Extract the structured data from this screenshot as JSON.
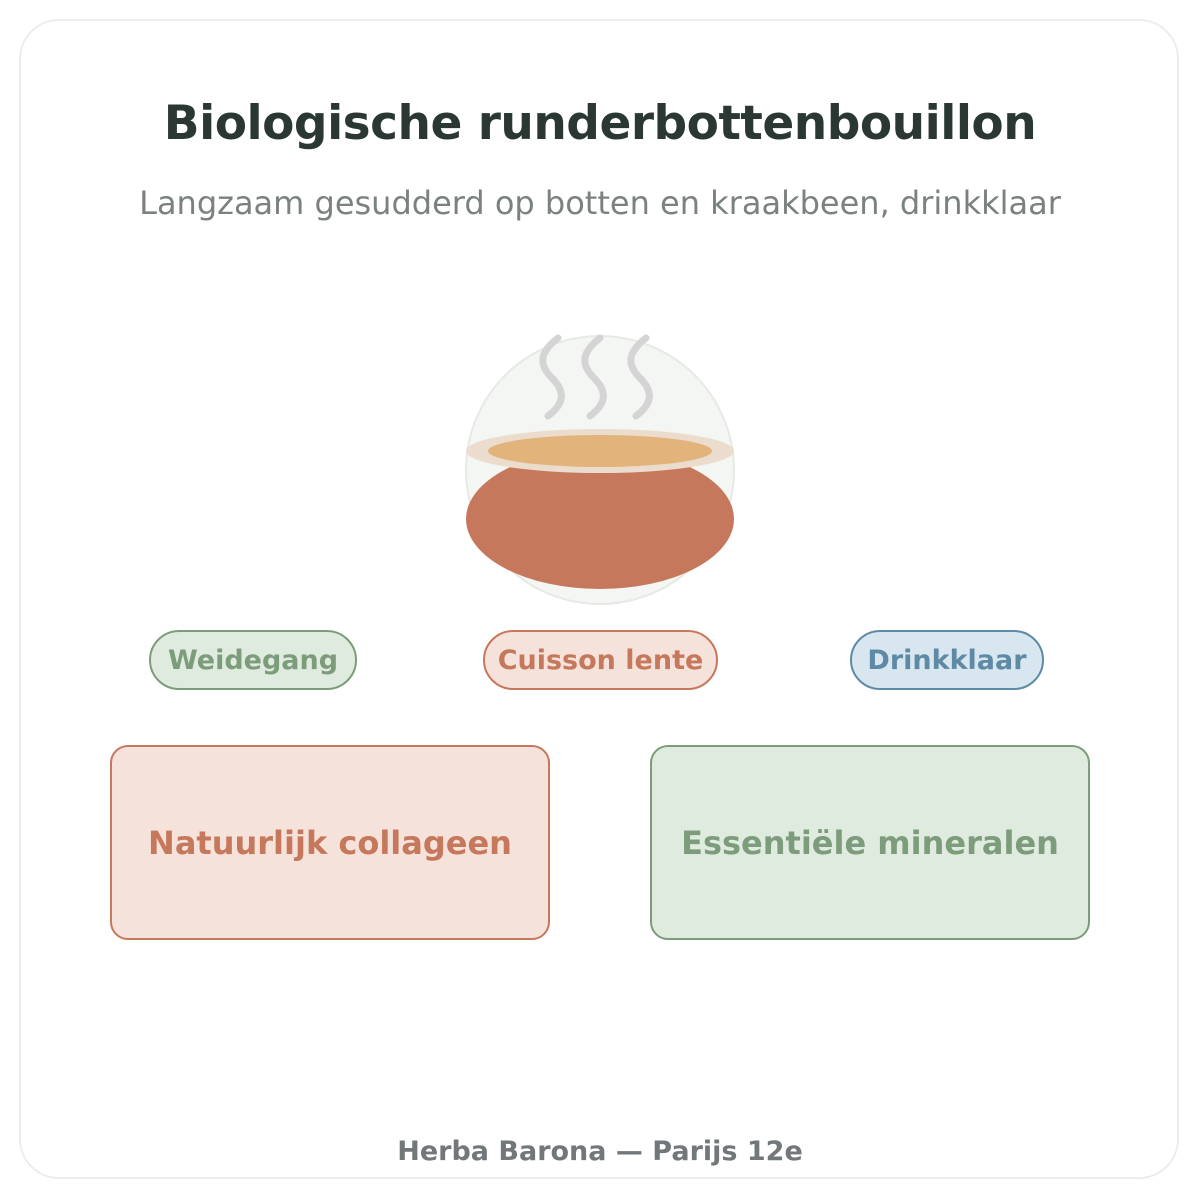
{
  "header": {
    "title": "Biologische runderbottenbouillon",
    "subtitle": "Langzaam gesudderd op botten en kraakbeen, drinkklaar"
  },
  "illustration": {
    "icon": "bouillon-bowl-icon",
    "colors": {
      "bowl": "#c6785c",
      "broth": "#e2b47c",
      "rim": "#ecdccd",
      "steam": "#d4d4d4",
      "plate": "#f4f6f3"
    }
  },
  "tags": [
    {
      "label": "Weidegang",
      "color": "#7c9c7b"
    },
    {
      "label": "Cuisson lente",
      "color": "#c6785c"
    },
    {
      "label": "Drinkklaar",
      "color": "#5f8aa5"
    }
  ],
  "features": [
    {
      "label": "Natuurlijk collageen",
      "color": "#c6785c"
    },
    {
      "label": "Essentiële mineralen",
      "color": "#7c9c7b"
    }
  ],
  "footer": {
    "text": "Herba Barona — Parijs 12e"
  }
}
